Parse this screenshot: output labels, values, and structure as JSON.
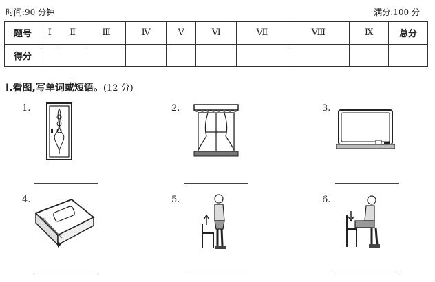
{
  "header": {
    "time": "时间:90 分钟",
    "score_total": "满分:100 分"
  },
  "score_table": {
    "row1": [
      "题号",
      "Ⅰ",
      "Ⅱ",
      "Ⅲ",
      "Ⅳ",
      "Ⅴ",
      "Ⅵ",
      "Ⅶ",
      "Ⅷ",
      "Ⅸ",
      "总分"
    ],
    "row2_label": "得分"
  },
  "section1": {
    "title": "Ⅰ.看图,写单词或短语。",
    "points": "(12 分)"
  },
  "items": [
    {
      "num": "1.",
      "icon": "door-icon"
    },
    {
      "num": "2.",
      "icon": "window-icon"
    },
    {
      "num": "3.",
      "icon": "blackboard-icon"
    },
    {
      "num": "4.",
      "icon": "book-icon"
    },
    {
      "num": "5.",
      "icon": "stand-up-icon"
    },
    {
      "num": "6.",
      "icon": "sit-down-icon"
    }
  ]
}
